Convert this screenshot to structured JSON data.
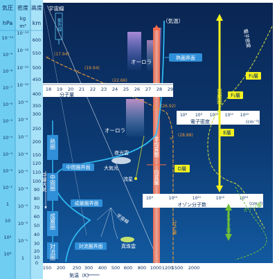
{
  "header": {
    "pressure": {
      "title": "気圧",
      "unit": "hPa"
    },
    "density": {
      "title": "密度",
      "unit1": "kg",
      "unit2": "m³"
    },
    "height": {
      "title": "高度",
      "unit": "km"
    }
  },
  "height_ticks": [
    "600",
    "550",
    "500",
    "450",
    "400",
    "350",
    "300",
    "250",
    "200",
    "150",
    "120",
    "110",
    "100",
    "90",
    "80",
    "70",
    "60",
    "50",
    "40",
    "30",
    "20",
    "10",
    "0"
  ],
  "pressure_ticks": [
    "10⁻¹⁰",
    "10⁻⁹",
    "10⁻⁸",
    "10⁻⁷",
    "10⁻⁶",
    "10⁻⁵",
    "10⁻⁴",
    "10⁻³",
    "10⁻²",
    "10⁻¹",
    "1",
    "10",
    "10²",
    "10³"
  ],
  "density_ticks": [
    "10⁻¹³",
    "10⁻¹²",
    "10⁻¹¹",
    "10⁻¹⁰",
    "10⁻⁹",
    "10⁻⁸",
    "10⁻⁷",
    "10⁻⁶",
    "10⁻⁵",
    "10⁻⁴",
    "10⁻³",
    "10⁻²",
    "10⁻¹",
    "1"
  ],
  "temp_axis": {
    "ticks": [
      "150",
      "200",
      "250",
      "300",
      "400",
      "500",
      "600",
      "800",
      "1000",
      "1200",
      "1500",
      "2000"
    ],
    "label": "気温（K）"
  },
  "molweight_axis": {
    "ticks": [
      "18",
      "19",
      "20",
      "21",
      "22",
      "23",
      "24",
      "25",
      "26",
      "27",
      "28",
      "29"
    ],
    "label": "分子量",
    "points": [
      "(17.94)",
      "(19.94)",
      "(22.66)",
      "(26.92)",
      "(28.88)"
    ]
  },
  "electron_axis": {
    "ticks": [
      "10⁸",
      "10⁹",
      "10¹⁰",
      "10¹¹",
      "10¹²"
    ],
    "unit": "(cm⁻³)",
    "label": "電子密度"
  },
  "ozone_axis": {
    "ticks": [
      "10⁹",
      "10¹⁰",
      "10¹¹",
      "10¹²",
      "10¹³"
    ],
    "unit": "(cm⁻³)",
    "label": "オゾン分子数"
  },
  "layers": {
    "thermosphere": "熱圏",
    "mesosphere": "中間圏",
    "stratosphere": "成層圏",
    "troposphere": "対流圏",
    "middle_atmosphere": "中層大気"
  },
  "boundaries": {
    "thermopause": "熱圏界面",
    "mesopause": "中間圏界面",
    "stratopause": "成層圏界面",
    "tropopause": "対流圏界面"
  },
  "labels": {
    "space_line": "宇宙線",
    "cosmic_ray": "宇宙線",
    "ultraviolet": "紫外線",
    "temperature": "（気温）",
    "aurora_high": "オーロラ",
    "aurora_low": "オーロラ",
    "noctilucent": "夜光雲",
    "airglow": "大気光",
    "meteor": "流星",
    "nacreous": "真珠雲",
    "heterosphere": "非均質圏",
    "homosphere": "均質圏",
    "ionosphere": "電離圏",
    "electron_density": "電子密度",
    "ozone_amount": "オゾン量",
    "ozone_layer": "オゾン層",
    "molecular_weight": "分子量"
  },
  "ion_layers": {
    "f2": "F₂層",
    "f1": "F₁層",
    "e": "E層",
    "d": "D層"
  },
  "colors": {
    "sidebar": "#6fcdf2",
    "panel": "#0b2f63",
    "accent": "#37a8e6",
    "temperature": "#2fb8f0",
    "molweight": "#e89a3a",
    "electron": "#c9d43a",
    "ozone": "#6fbf3a",
    "heterosphere": "#e86a50",
    "ionosphere": "#f2f020"
  }
}
